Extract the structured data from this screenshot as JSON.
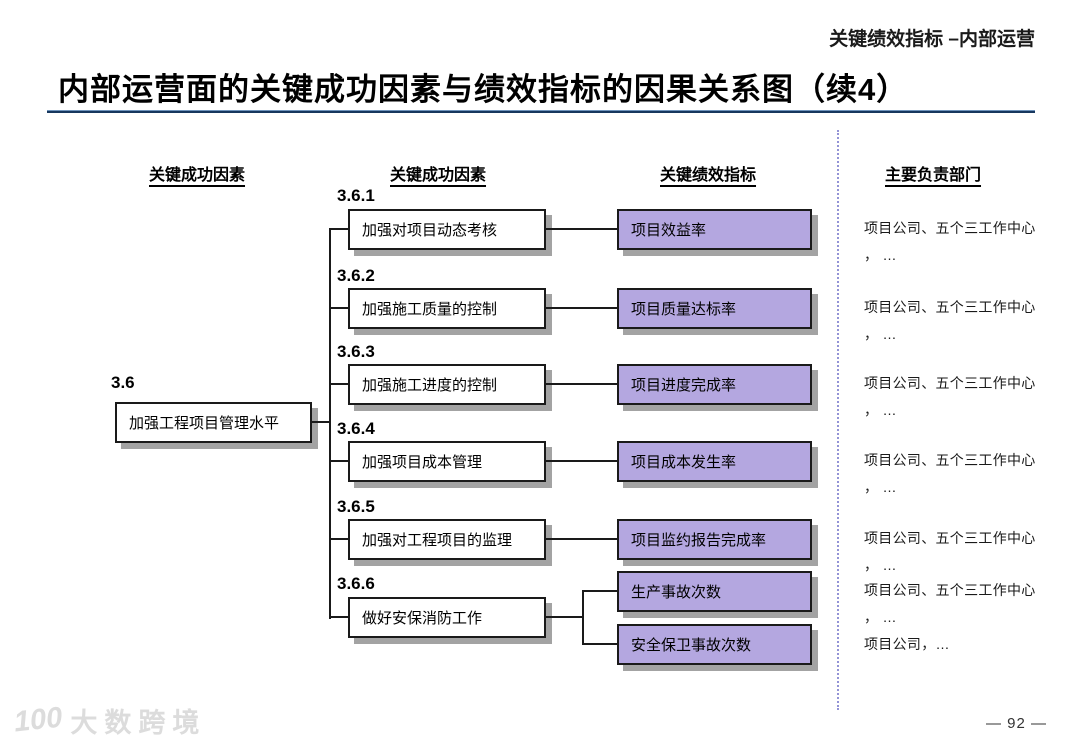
{
  "header": {
    "top_right": "关键绩效指标 –内部运营",
    "title": "内部运营面的关键成功因素与绩效指标的因果关系图（续4）"
  },
  "columns": [
    {
      "label": "关键成功因素"
    },
    {
      "label": "关键成功因素"
    },
    {
      "label": "关键绩效指标"
    },
    {
      "label": "主要负责部门"
    }
  ],
  "root": {
    "code": "3.6",
    "label": "加强工程项目管理水平"
  },
  "rows": [
    {
      "code": "3.6.1",
      "factor": "加强对项目动态考核",
      "kpis": [
        {
          "label": "项目效益率",
          "dept": [
            "项目公司、五个三工作中心",
            "， …"
          ]
        }
      ]
    },
    {
      "code": "3.6.2",
      "factor": "加强施工质量的控制",
      "kpis": [
        {
          "label": "项目质量达标率",
          "dept": [
            "项目公司、五个三工作中心",
            "， …"
          ]
        }
      ]
    },
    {
      "code": "3.6.3",
      "factor": "加强施工进度的控制",
      "kpis": [
        {
          "label": "项目进度完成率",
          "dept": [
            "项目公司、五个三工作中心",
            "， …"
          ]
        }
      ]
    },
    {
      "code": "3.6.4",
      "factor": "加强项目成本管理",
      "kpis": [
        {
          "label": "项目成本发生率",
          "dept": [
            "项目公司、五个三工作中心",
            "， …"
          ]
        }
      ]
    },
    {
      "code": "3.6.5",
      "factor": "加强对工程项目的监理",
      "kpis": [
        {
          "label": "项目监约报告完成率",
          "dept": [
            "项目公司、五个三工作中心",
            "， …"
          ]
        }
      ]
    },
    {
      "code": "3.6.6",
      "factor": "做好安保消防工作",
      "kpis": [
        {
          "label": "生产事故次数",
          "dept": [
            "项目公司、五个三工作中心",
            "， …"
          ]
        },
        {
          "label": "安全保卫事故次数",
          "dept": [
            "项目公司，…"
          ]
        }
      ]
    }
  ],
  "colors": {
    "kpi_fill": "#b4a7e0",
    "title_rule": "#17375e",
    "divider_dashed": "#9393d6",
    "box_shadow": "#a3a3a3"
  },
  "footer": {
    "watermark_logo": "100",
    "watermark_text": "大数跨境",
    "page_number": "— 92 —"
  }
}
